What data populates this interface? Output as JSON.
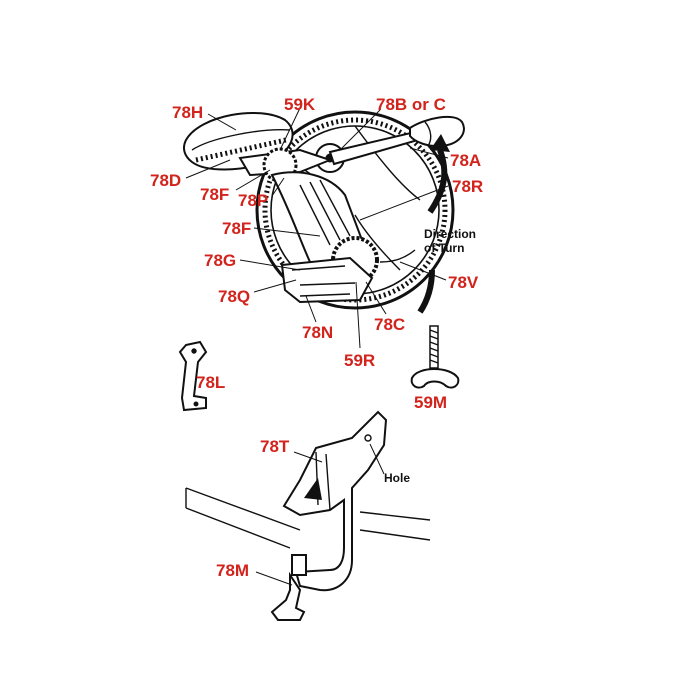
{
  "labels": {
    "l78H": "78H",
    "l59K": "59K",
    "l78BC": "78B or C",
    "l78A": "78A",
    "l78D": "78D",
    "l78F1": "78F",
    "l78P": "78P",
    "l78R": "78R",
    "l78F2": "78F",
    "l78G": "78G",
    "l78Q": "78Q",
    "l78N": "78N",
    "l78C": "78C",
    "l59R": "59R",
    "l78V": "78V",
    "l78L": "78L",
    "l59M": "59M",
    "l78T": "78T",
    "l78M": "78M"
  },
  "notes": {
    "direction_line1": "Direction",
    "direction_line2": "of Turn",
    "hole": "Hole"
  },
  "colors": {
    "label": "#d2231c",
    "line": "#111111"
  }
}
